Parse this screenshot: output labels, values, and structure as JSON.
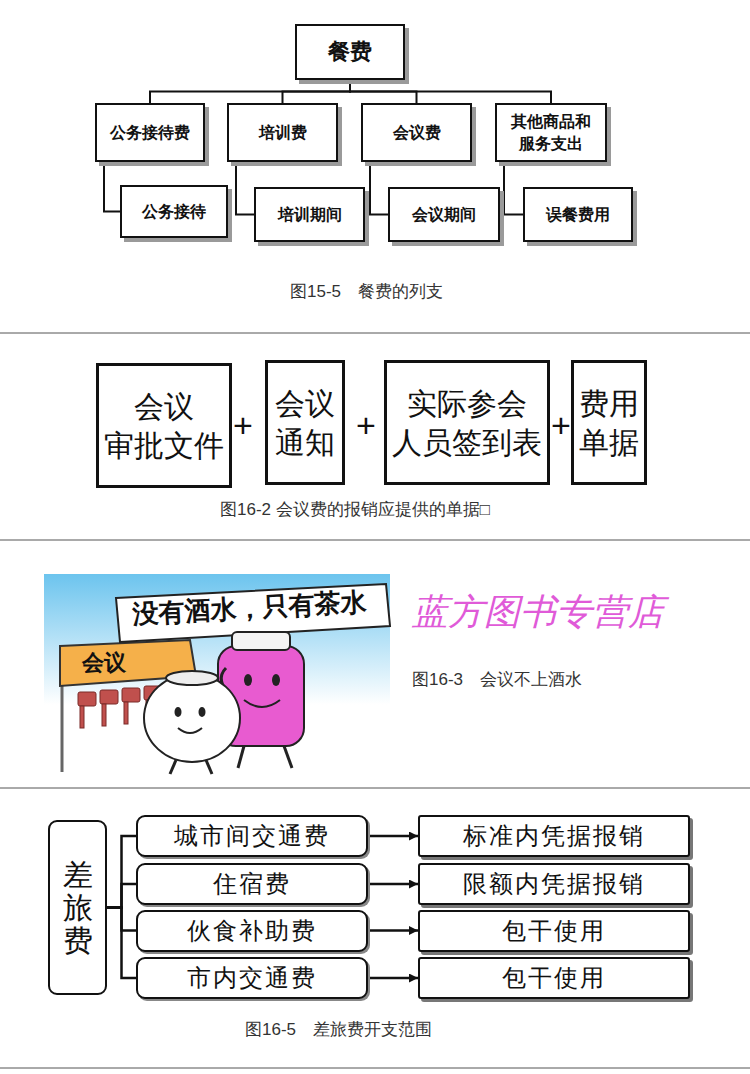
{
  "diagram": {
    "nodes": [
      {
        "text": [
          "餐费"
        ]
      },
      {
        "text": [
          "公务接待费"
        ]
      },
      {
        "text": [
          "培训费"
        ]
      },
      {
        "text": [
          "会议费"
        ]
      },
      {
        "text": [
          "其他商品和 服务支出"
        ]
      },
      {
        "text": [
          "公务接待"
        ]
      },
      {
        "text": [
          "培训期间"
        ]
      },
      {
        "text": [
          "会议期间"
        ]
      },
      {
        "text": [
          "误餐费用"
        ]
      },
      {
        "text": [
          "会议 审批文件"
        ]
      },
      {
        "text": [
          "会议 通知"
        ]
      },
      {
        "text": [
          "实际参会 人员签到表"
        ]
      },
      {
        "text": [
          "费用 单据"
        ]
      },
      {
        "text": [
          "差旅费"
        ]
      },
      {
        "text": [
          "城市间交通费"
        ]
      },
      {
        "text": [
          "标准内凭据报销"
        ]
      },
      {
        "text": [
          "住宿费"
        ]
      },
      {
        "text": [
          "限额内凭据报销"
        ]
      },
      {
        "text": [
          "伙食补助费"
        ]
      },
      {
        "text": [
          "包干使用"
        ]
      },
      {
        "text": [
          "市内交通费"
        ]
      },
      {
        "text": [
          "包干使用"
        ]
      }
    ],
    "edges": [
      {
        "from": 0,
        "to": 1,
        "arrow": "none"
      },
      {
        "from": 0,
        "to": 2,
        "arrow": "none"
      },
      {
        "from": 0,
        "to": 3,
        "arrow": "none"
      },
      {
        "from": 0,
        "to": 4,
        "arrow": "none"
      },
      {
        "from": 1,
        "to": 5,
        "arrow": "none"
      },
      {
        "from": 2,
        "to": 6,
        "arrow": "none"
      },
      {
        "from": 3,
        "to": 7,
        "arrow": "none"
      },
      {
        "from": 4,
        "to": 8,
        "arrow": "none"
      },
      {
        "from": 13,
        "to": 14,
        "arrow": "none"
      },
      {
        "from": 13,
        "to": 16,
        "arrow": "none"
      },
      {
        "from": 13,
        "to": 18,
        "arrow": "none"
      },
      {
        "from": 13,
        "to": 20,
        "arrow": "none"
      },
      {
        "from": 14,
        "to": 15,
        "arrow": "to"
      },
      {
        "from": 16,
        "to": 17,
        "arrow": "to"
      },
      {
        "from": 18,
        "to": 19,
        "arrow": "to"
      },
      {
        "from": 20,
        "to": 21,
        "arrow": "to"
      }
    ],
    "labels": [
      "图15-5　餐费的列支",
      "+",
      "+",
      "+",
      "图16-2 会议费的报销应提供的单据□",
      "没有酒水，只有茶水",
      "会议",
      "蓝方图书专营店",
      "图16-3　会议不上酒水",
      "图16-5　差旅费开支范围"
    ]
  }
}
